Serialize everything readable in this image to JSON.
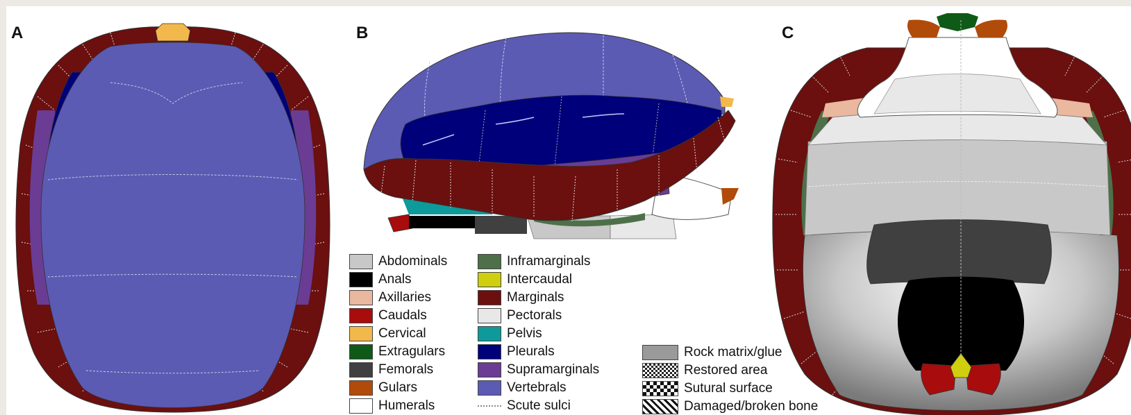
{
  "panels": {
    "a": "A",
    "b": "B",
    "c": "C"
  },
  "colors": {
    "vertebrals": "#5b5bb4",
    "pleurals": "#00007a",
    "supramarginals": "#6a3c94",
    "marginals": "#6b0f0f",
    "cervical": "#f2b84b",
    "gulars": "#b04b0a",
    "extragulars": "#0e5a16",
    "axillaries": "#e9b89f",
    "inframarginals": "#4d7048",
    "pectorals": "#e8e8e8",
    "humerals": "#ffffff",
    "abdominals": "#c8c8c8",
    "femorals": "#404040",
    "anals": "#000000",
    "caudals": "#a80c0c",
    "intercaudal": "#cfcf10",
    "pelvis": "#0e9a9a",
    "rock": "#9a9a9a"
  },
  "legend": {
    "col1": [
      {
        "label": "Abdominals",
        "color": "#c8c8c8"
      },
      {
        "label": "Anals",
        "color": "#000000"
      },
      {
        "label": "Axillaries",
        "color": "#e9b89f"
      },
      {
        "label": "Caudals",
        "color": "#a80c0c"
      },
      {
        "label": "Cervical",
        "color": "#f2b84b"
      },
      {
        "label": "Extragulars",
        "color": "#0e5a16"
      },
      {
        "label": "Femorals",
        "color": "#404040"
      },
      {
        "label": "Gulars",
        "color": "#b04b0a"
      },
      {
        "label": "Humerals",
        "color": "#ffffff"
      }
    ],
    "col2": [
      {
        "label": "Inframarginals",
        "color": "#4d7048"
      },
      {
        "label": "Intercaudal",
        "color": "#cfcf10"
      },
      {
        "label": "Marginals",
        "color": "#6b0f0f"
      },
      {
        "label": "Pectorals",
        "color": "#e8e8e8"
      },
      {
        "label": "Pelvis",
        "color": "#0e9a9a"
      },
      {
        "label": "Pleurals",
        "color": "#00007a"
      },
      {
        "label": "Supramarginals",
        "color": "#6a3c94"
      },
      {
        "label": "Vertebrals",
        "color": "#5b5bb4"
      },
      {
        "label": "Scute sulci",
        "color": "none"
      }
    ],
    "col3": [
      {
        "label": "Rock matrix/glue",
        "pattern": "rock"
      },
      {
        "label": "Restored area",
        "pattern": "restored"
      },
      {
        "label": "Sutural surface",
        "pattern": "sutural"
      },
      {
        "label": "Damaged/broken bone",
        "pattern": "damaged"
      }
    ]
  }
}
